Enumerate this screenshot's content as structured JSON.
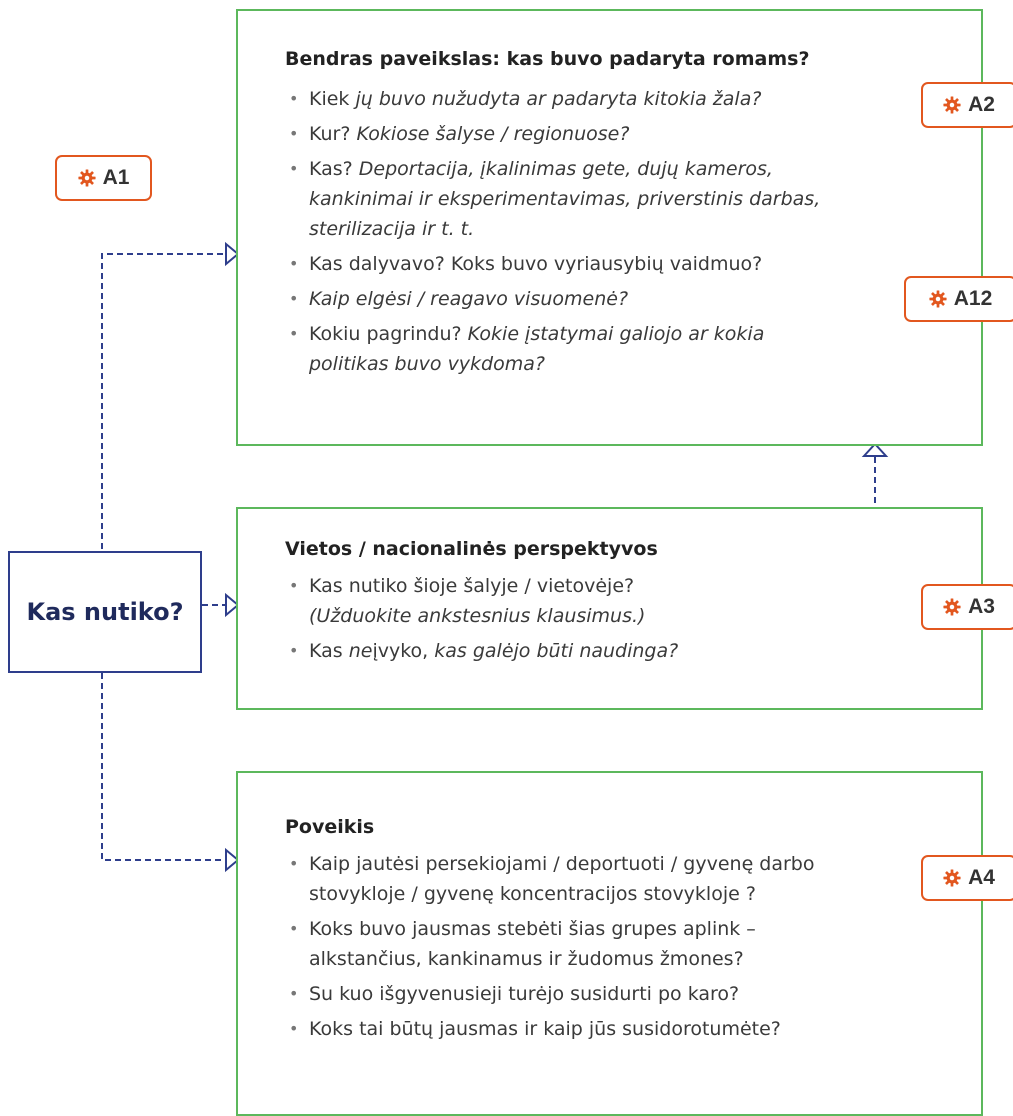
{
  "center": {
    "label": "Kas nutiko?"
  },
  "badges": {
    "a1": "A1",
    "a2": "A2",
    "a12": "A12",
    "a3": "A3",
    "a4": "A4"
  },
  "box1": {
    "title": "Bendras paveikslas: kas buvo padaryta romams?",
    "items": [
      {
        "a": "Kiek ",
        "b": "jų buvo nužudyta ar padaryta kitokia žala?"
      },
      {
        "a": "Kur? ",
        "b": "Kokiose šalyse / regionuose?"
      },
      {
        "a": "Kas? ",
        "b": "Deportacija, įkalinimas gete, dujų kameros,",
        "c": "kankinimai ir eksperimentavimas, priverstinis darbas,",
        "d": "sterilizacija ir t. t."
      },
      {
        "a": "Kas dalyvavo? Koks buvo vyriausybių vaidmuo?"
      },
      {
        "b": "Kaip elgėsi / reagavo visuomenė?"
      },
      {
        "a": "Kokiu pagrindu? ",
        "b": "Kokie įstatymai galiojo ar kokia",
        "c": "politikas buvo vykdoma?"
      }
    ]
  },
  "box2": {
    "title": "Vietos / nacionalinės perspektyvos",
    "items": [
      {
        "a": "Kas nutiko šioje šalyje / vietovėje?",
        "b": "(Užduokite ankstesnius klausimus.)"
      },
      {
        "a": "Kas ",
        "b": "ne",
        "c": "įvyko, ",
        "d": "kas galėjo būti naudinga?"
      }
    ]
  },
  "box3": {
    "title": "Poveikis",
    "items": [
      {
        "a": "Kaip jautėsi persekiojami / deportuoti / gyvenę darbo",
        "b": "stovykloje / gyvenę koncentracijos stovykloje ?"
      },
      {
        "a": "Koks buvo jausmas stebėti šias grupes aplink –",
        "b": "alkstančius, kankinamus ir žudomus žmones?"
      },
      {
        "a": "Su kuo išgyvenusieji turėjo susidurti po karo?"
      },
      {
        "a": "Koks tai būtų jausmas ir kaip jūs susidorotumėte?"
      }
    ]
  },
  "colors": {
    "box_border": "#5cb85c",
    "connector": "#2e3e8c",
    "badge_border": "#e2571f",
    "gear": "#e2571f"
  }
}
